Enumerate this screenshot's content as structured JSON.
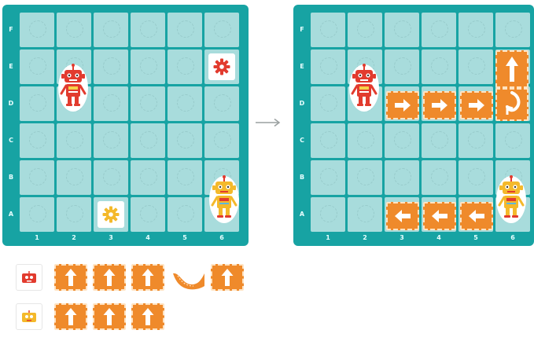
{
  "boards": [
    {
      "id": "left",
      "rows": [
        "F",
        "E",
        "D",
        "C",
        "B",
        "A"
      ],
      "cols": [
        "1",
        "2",
        "3",
        "4",
        "5",
        "6"
      ],
      "items": [
        {
          "type": "robot",
          "color": "red",
          "cell": "D2"
        },
        {
          "type": "gear",
          "color": "red",
          "cell": "E6"
        },
        {
          "type": "gear",
          "color": "yellow",
          "cell": "A3"
        },
        {
          "type": "robot",
          "color": "yellow",
          "cell": "A6"
        }
      ]
    },
    {
      "id": "right",
      "rows": [
        "F",
        "E",
        "D",
        "C",
        "B",
        "A"
      ],
      "cols": [
        "1",
        "2",
        "3",
        "4",
        "5",
        "6"
      ],
      "items": [
        {
          "type": "robot",
          "color": "red",
          "cell": "D2"
        },
        {
          "type": "arrow",
          "dir": "right",
          "cell": "D3"
        },
        {
          "type": "arrow",
          "dir": "right",
          "cell": "D4"
        },
        {
          "type": "arrow",
          "dir": "right",
          "cell": "D5"
        },
        {
          "type": "arrow",
          "dir": "turn-left",
          "cell": "D6"
        },
        {
          "type": "arrow",
          "dir": "up",
          "cell": "E6"
        },
        {
          "type": "robot",
          "color": "yellow",
          "cell": "A6"
        },
        {
          "type": "arrow",
          "dir": "left",
          "cell": "A5"
        },
        {
          "type": "arrow",
          "dir": "left",
          "cell": "A4"
        },
        {
          "type": "arrow",
          "dir": "left",
          "cell": "A3"
        }
      ]
    }
  ],
  "program_red": [
    "up",
    "up",
    "up",
    "turn-left",
    "up"
  ],
  "program_yellow": [
    "up",
    "up",
    "up"
  ],
  "colors": {
    "board": "#17a3a3",
    "cell": "#a8dcdc",
    "orange": "#ef8a2b",
    "red": "#e23b2e",
    "yellow": "#f4b92b"
  },
  "icons": [
    "gear-icon",
    "robot-icon",
    "arrow-icon",
    "turn-arrow-icon",
    "right-arrow-icon"
  ]
}
